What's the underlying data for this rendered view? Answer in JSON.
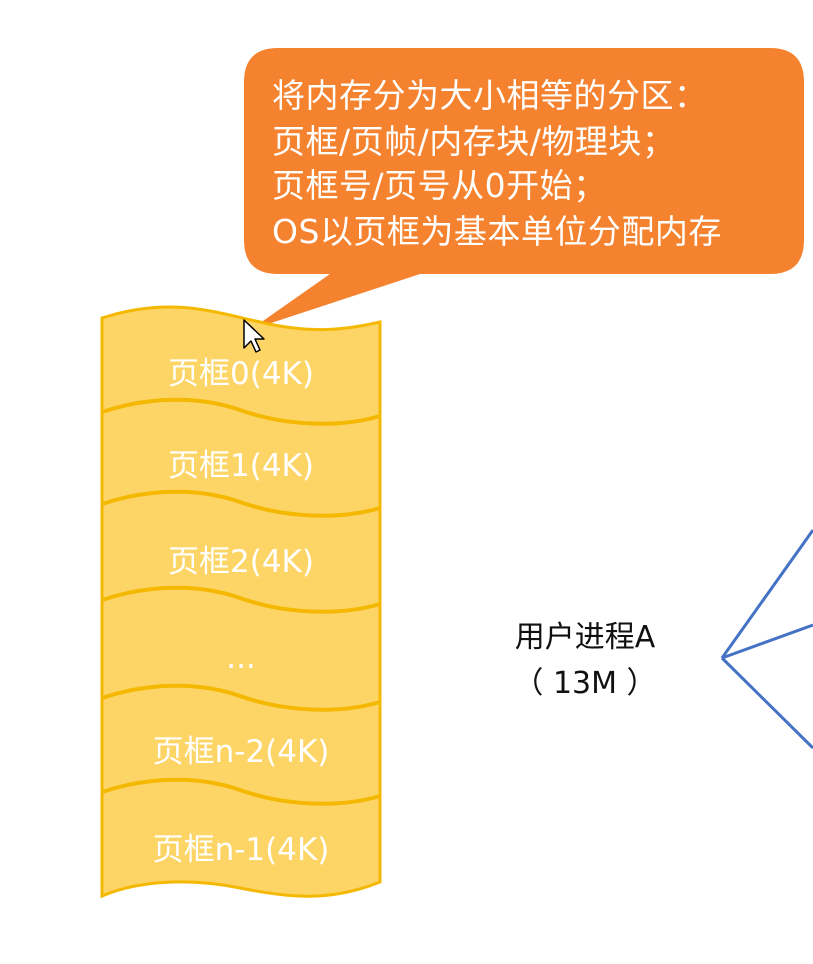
{
  "callout": {
    "lines": [
      "将内存分为大小相等的分区：",
      "页框/页帧/内存块/物理块；",
      "页框号/页号从0开始；",
      "OS以页框为基本单位分配内存"
    ],
    "color": "#F5822E"
  },
  "memory": {
    "fill_color": "#FDD567",
    "border_color": "#F5B800",
    "frames": [
      "页框0(4K)",
      "页框1(4K)",
      "页框2(4K)",
      "...",
      "页框n-2(4K)",
      "页框n-1(4K)"
    ]
  },
  "process": {
    "name": "用户进程A",
    "size": "（ 13M ）"
  },
  "connector_color": "#4472C4"
}
